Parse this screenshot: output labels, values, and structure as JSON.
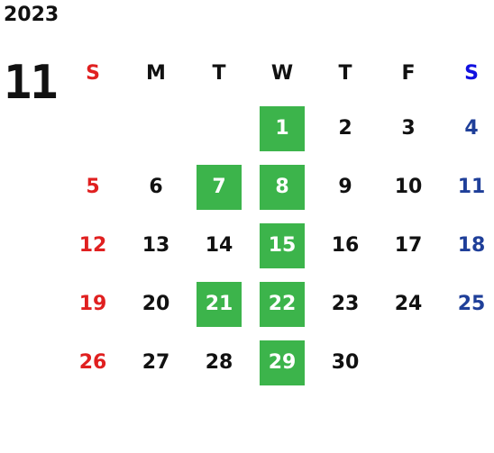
{
  "calendar": {
    "year": "2023",
    "month": "11",
    "weekdays": [
      "S",
      "M",
      "T",
      "W",
      "T",
      "F",
      "S"
    ],
    "weeks": [
      [
        "",
        "",
        "",
        "1",
        "2",
        "3",
        "4"
      ],
      [
        "5",
        "6",
        "7",
        "8",
        "9",
        "10",
        "11"
      ],
      [
        "12",
        "13",
        "14",
        "15",
        "16",
        "17",
        "18"
      ],
      [
        "19",
        "20",
        "21",
        "22",
        "23",
        "24",
        "25"
      ],
      [
        "26",
        "27",
        "28",
        "29",
        "30",
        "",
        ""
      ]
    ],
    "highlighted_days": [
      "1",
      "7",
      "8",
      "15",
      "21",
      "22",
      "29"
    ],
    "colors": {
      "sunday": "#e02020",
      "saturday": "#1f3f99",
      "highlight": "#3cb44b"
    }
  }
}
